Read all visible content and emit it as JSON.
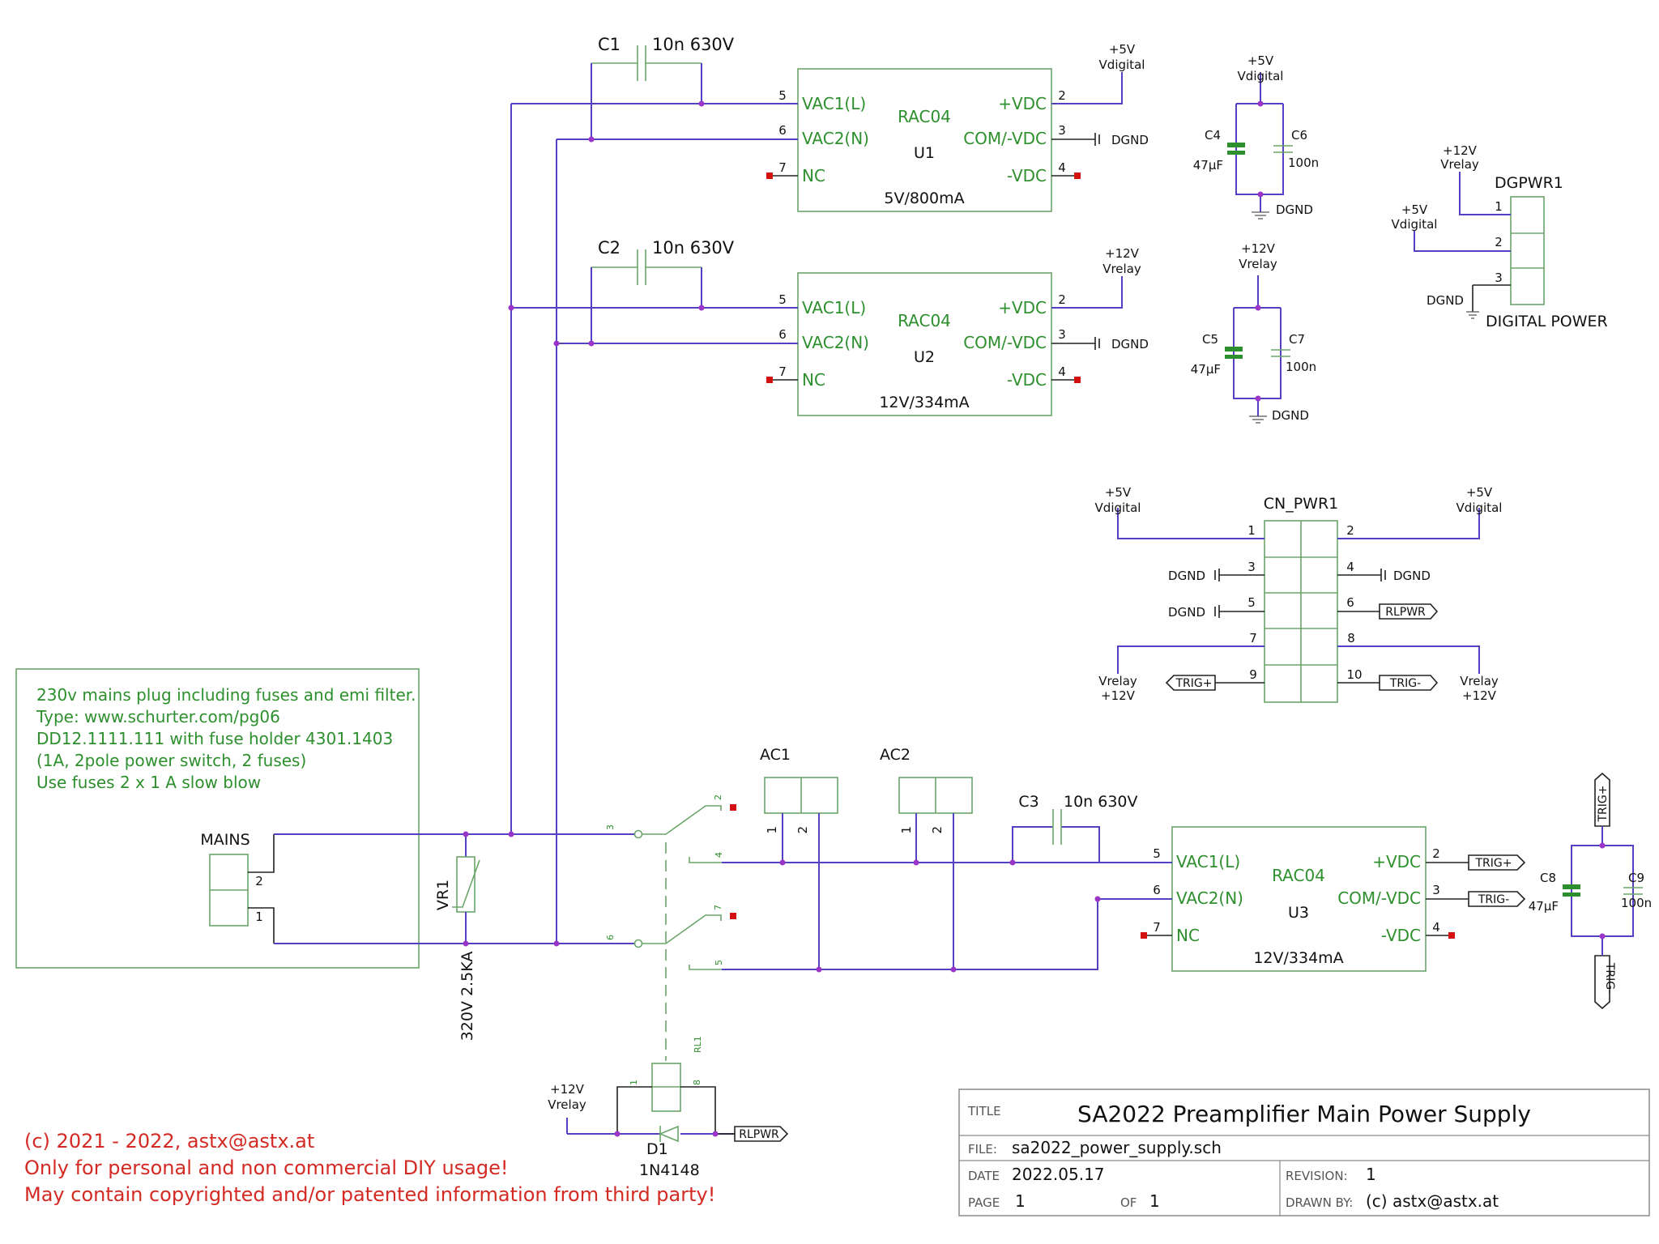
{
  "modules": [
    {
      "ref": "U1",
      "part": "RAC04",
      "value": "5V/800mA",
      "pins": {
        "vac1": "VAC1(L)",
        "vac2": "VAC2(N)",
        "nc": "NC",
        "vdc_pos": "+VDC",
        "com": "COM/-VDC",
        "vdc_neg": "-VDC"
      },
      "pin_numbers": {
        "vac1": "5",
        "vac2": "6",
        "nc": "7",
        "vdc_pos": "2",
        "com": "3",
        "vdc_neg": "4"
      }
    },
    {
      "ref": "U2",
      "part": "RAC04",
      "value": "12V/334mA",
      "pins": {
        "vac1": "VAC1(L)",
        "vac2": "VAC2(N)",
        "nc": "NC",
        "vdc_pos": "+VDC",
        "com": "COM/-VDC",
        "vdc_neg": "-VDC"
      },
      "pin_numbers": {
        "vac1": "5",
        "vac2": "6",
        "nc": "7",
        "vdc_pos": "2",
        "com": "3",
        "vdc_neg": "4"
      }
    },
    {
      "ref": "U3",
      "part": "RAC04",
      "value": "12V/334mA",
      "pins": {
        "vac1": "VAC1(L)",
        "vac2": "VAC2(N)",
        "nc": "NC",
        "vdc_pos": "+VDC",
        "com": "COM/-VDC",
        "vdc_neg": "-VDC"
      },
      "pin_numbers": {
        "vac1": "5",
        "vac2": "6",
        "nc": "7",
        "vdc_pos": "2",
        "com": "3",
        "vdc_neg": "4"
      }
    }
  ],
  "capacitors": [
    {
      "ref": "C1",
      "value": "10n 630V"
    },
    {
      "ref": "C2",
      "value": "10n 630V"
    },
    {
      "ref": "C3",
      "value": "10n 630V"
    },
    {
      "ref": "C4",
      "value": "47µF"
    },
    {
      "ref": "C5",
      "value": "47µF"
    },
    {
      "ref": "C6",
      "value": "100n"
    },
    {
      "ref": "C7",
      "value": "100n"
    },
    {
      "ref": "C8",
      "value": "47µF"
    },
    {
      "ref": "C9",
      "value": "100n"
    }
  ],
  "power_labels": {
    "p5v": "+5V",
    "vdigital": "Vdigital",
    "p12v": "+12V",
    "vrelay": "Vrelay",
    "dgnd": "DGND"
  },
  "dgpwr1": {
    "ref": "DGPWR1",
    "caption": "DIGITAL POWER",
    "pins": [
      "1",
      "2",
      "3"
    ]
  },
  "cn_pwr1": {
    "ref": "CN_PWR1",
    "pins": [
      "1",
      "2",
      "3",
      "4",
      "5",
      "6",
      "7",
      "8",
      "9",
      "10"
    ]
  },
  "net_labels": {
    "rlpwr": "RLPWR",
    "trig_pos": "TRIG+",
    "trig_neg": "TRIG-"
  },
  "note": {
    "lines": [
      "230v mains plug including fuses and emi filter.",
      "Type: www.schurter.com/pg06",
      "DD12.1111.111 with fuse holder 4301.1403",
      "(1A, 2pole power switch, 2 fuses)",
      "Use fuses 2 x 1 A slow blow"
    ]
  },
  "mains": {
    "ref": "MAINS",
    "pins": [
      "2",
      "1"
    ]
  },
  "varistor": {
    "ref": "VR1",
    "value": "320V 2.5KA"
  },
  "ac_connectors": [
    {
      "ref": "AC1",
      "pins": [
        "1",
        "2"
      ]
    },
    {
      "ref": "AC2",
      "pins": [
        "1",
        "2"
      ]
    }
  ],
  "relay": {
    "ref": "RL1",
    "pins": [
      "2",
      "3",
      "4",
      "7",
      "6",
      "5",
      "1",
      "8"
    ]
  },
  "diode": {
    "ref": "D1",
    "value": "1N4148"
  },
  "copyright": [
    "(c) 2021 - 2022, astx@astx.at",
    "Only for personal and non commercial DIY usage!",
    "May contain copyrighted and/or patented information from third party!"
  ],
  "title_block": {
    "title_key": "TITLE",
    "title": "SA2022 Preamplifier Main Power Supply",
    "file_key": "FILE:",
    "file": "sa2022_power_supply.sch",
    "date_key": "DATE",
    "date": "2022.05.17",
    "revision_key": "REVISION:",
    "revision": "1",
    "page_key": "PAGE",
    "page": "1",
    "of_key": "OF",
    "of": "1",
    "drawn_key": "DRAWN BY:",
    "drawn": "(c) astx@astx.at"
  },
  "colors": {
    "wire": "#5340c2",
    "symbol": "#6aa56a",
    "text_green": "#2d8f2d",
    "junction": "#9a35c8",
    "unconnected": "#d41111",
    "warning_text": "#d42a24"
  }
}
